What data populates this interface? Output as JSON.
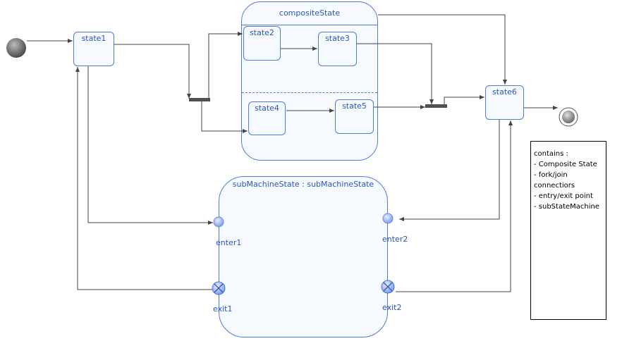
{
  "composite": {
    "title": "compositeState"
  },
  "states": {
    "state1": "state1",
    "state2": "state2",
    "state3": "state3",
    "state4": "state4",
    "state5": "state5",
    "state6": "state6"
  },
  "submachine": {
    "title": "subMachineState : subMachineState",
    "enter1": "enter1",
    "enter2": "enter2",
    "exit1": "exit1",
    "exit2": "exit2"
  },
  "note": {
    "lines": [
      "contains :",
      " - Composite State",
      " - fork/join",
      "connectiors",
      " - entry/exit point",
      " - subStateMachine"
    ]
  },
  "colors": {
    "state_border": "#4f7bd3",
    "state_fill": "#f6f9fd",
    "label_text": "#2b55b8",
    "edge": "#444444",
    "fork_bar": "#505050"
  }
}
